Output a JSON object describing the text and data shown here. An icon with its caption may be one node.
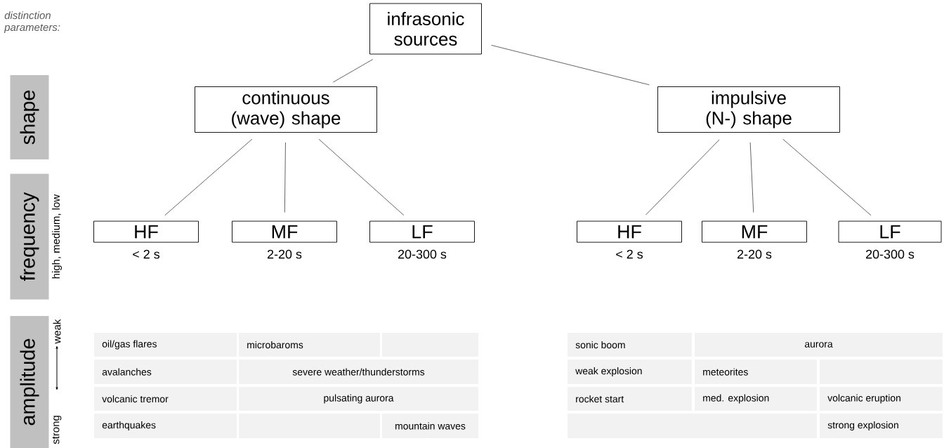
{
  "diagram": {
    "nodes": [
      {
        "text": [
          "infrasonic sources"
        ]
      },
      {
        "text": [
          "continuous (wave) shape"
        ]
      },
      {
        "text": [
          "impulsive (N-) shape"
        ]
      },
      {
        "text": [
          "HF"
        ],
        "beside": [
          "< 2 s"
        ]
      },
      {
        "text": [
          "MF"
        ],
        "beside": [
          "2-20 s"
        ]
      },
      {
        "text": [
          "LF"
        ],
        "beside": [
          "20-300 s"
        ]
      },
      {
        "text": [
          "HF"
        ],
        "beside": [
          "< 2 s"
        ]
      },
      {
        "text": [
          "MF"
        ],
        "beside": [
          "2-20 s"
        ]
      },
      {
        "text": [
          "LF"
        ],
        "beside": [
          "20-300 s"
        ]
      },
      {
        "text": [
          "shape"
        ]
      },
      {
        "text": [
          "frequency"
        ],
        "beside": [
          "high, medium, low"
        ]
      },
      {
        "text": [
          "amplitude"
        ],
        "beside": [
          "weak",
          "strong"
        ]
      }
    ],
    "edges": [
      {
        "from": 0,
        "to": 1,
        "arrow": "none"
      },
      {
        "from": 0,
        "to": 2,
        "arrow": "none"
      },
      {
        "from": 1,
        "to": 3,
        "arrow": "none"
      },
      {
        "from": 1,
        "to": 4,
        "arrow": "none"
      },
      {
        "from": 1,
        "to": 5,
        "arrow": "none"
      },
      {
        "from": 2,
        "to": 6,
        "arrow": "none"
      },
      {
        "from": 2,
        "to": 7,
        "arrow": "none"
      },
      {
        "from": 2,
        "to": 8,
        "arrow": "none"
      }
    ],
    "labels": [
      "distinction parameters:",
      "oil/gas flares",
      "microbaroms",
      "avalanches",
      "severe weather/thunderstorms",
      "volcanic tremor",
      "pulsating aurora",
      "earthquakes",
      "mountain waves",
      "sonic boom",
      "aurora",
      "weak explosion",
      "meteorites",
      "rocket start",
      "med. explosion",
      "volcanic eruption",
      "strong explosion"
    ]
  }
}
